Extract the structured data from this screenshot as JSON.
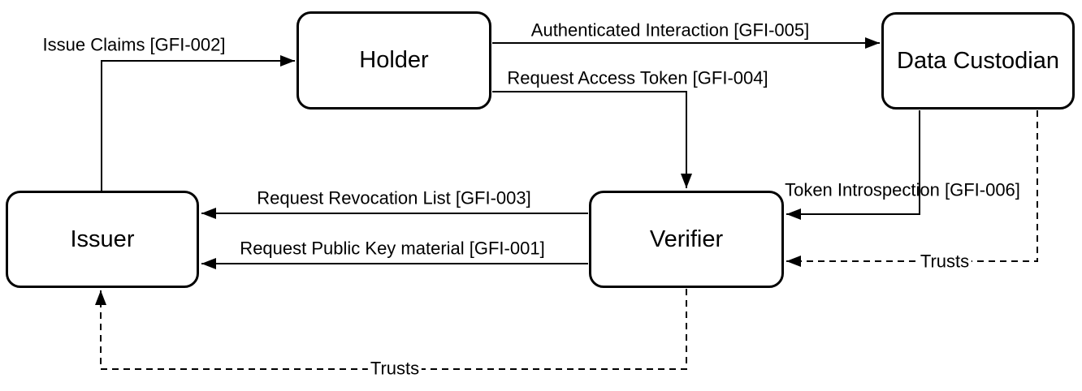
{
  "diagram": {
    "colors": {
      "stroke": "#000000",
      "background": "#ffffff",
      "text": "#000000"
    },
    "nodes": {
      "holder": {
        "label": "Holder"
      },
      "data_custodian": {
        "label": "Data Custodian"
      },
      "issuer": {
        "label": "Issuer"
      },
      "verifier": {
        "label": "Verifier"
      }
    },
    "edges": {
      "issue_claims": {
        "label": "Issue Claims [GFI-002]",
        "from": "Issuer",
        "to": "Holder",
        "style": "solid"
      },
      "authenticated_interaction": {
        "label": "Authenticated Interaction [GFI-005]",
        "from": "Holder",
        "to": "Data Custodian",
        "style": "solid"
      },
      "request_access_token": {
        "label": "Request Access Token [GFI-004]",
        "from": "Holder",
        "to": "Verifier",
        "style": "solid"
      },
      "request_revocation_list": {
        "label": "Request Revocation List [GFI-003]",
        "from": "Verifier",
        "to": "Issuer",
        "style": "solid"
      },
      "request_public_key": {
        "label": "Request Public Key material [GFI-001]",
        "from": "Verifier",
        "to": "Issuer",
        "style": "solid"
      },
      "token_introspection": {
        "label": "Token Introspection [GFI-006]",
        "from": "Data Custodian",
        "to": "Verifier",
        "style": "solid"
      },
      "trusts_dc_verifier": {
        "label": "Trusts",
        "from": "Data Custodian",
        "to": "Verifier",
        "style": "dashed"
      },
      "trusts_verifier_issuer": {
        "label": "Trusts",
        "from": "Verifier",
        "to": "Issuer",
        "style": "dashed"
      }
    }
  }
}
